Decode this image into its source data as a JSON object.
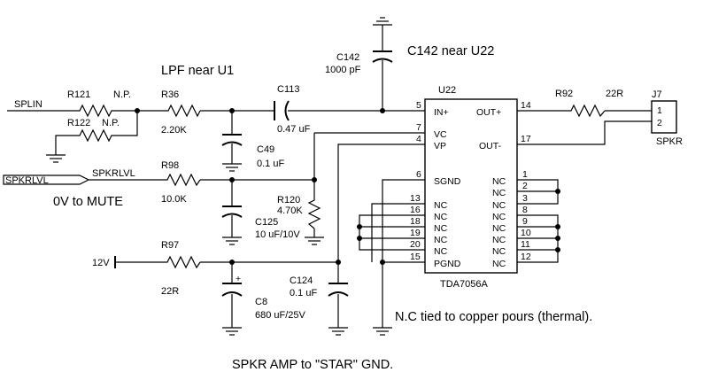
{
  "nets": {
    "splin": "SPLIN",
    "spkrlvl_port": "SPKRLVL",
    "spkrlvl_net": "SPKRLVL",
    "v12": "12V"
  },
  "notes": {
    "lpf": "LPF near U1",
    "c142_near": "C142 near U22",
    "mute": "0V to MUTE",
    "nc_tied": "N.C tied to copper pours (thermal).",
    "star_gnd": "SPKR AMP to \"STAR\" GND."
  },
  "parts": {
    "r121": {
      "ref": "R121",
      "val": "N.P."
    },
    "r122": {
      "ref": "R122",
      "val": "N.P."
    },
    "r36": {
      "ref": "R36",
      "val": "2.20K"
    },
    "c113": {
      "ref": "C113",
      "val": "0.47 uF"
    },
    "c142": {
      "ref": "C142",
      "val": "1000 pF"
    },
    "c49": {
      "ref": "C49",
      "val": "0.1 uF"
    },
    "r98": {
      "ref": "R98",
      "val": "10.0K"
    },
    "r120": {
      "ref": "R120",
      "val": "4.70K"
    },
    "c125": {
      "ref": "C125",
      "val": "10 uF/10V"
    },
    "r97": {
      "ref": "R97",
      "val": "22R"
    },
    "c124": {
      "ref": "C124",
      "val": "0.1 uF"
    },
    "c8": {
      "ref": "C8",
      "val": "680 uF/25V",
      "polarity": "+"
    },
    "r92": {
      "ref": "R92",
      "val": "22R"
    },
    "j7": {
      "ref": "J7",
      "name": "SPKR",
      "pin1": "1",
      "pin2": "2"
    }
  },
  "u22": {
    "ref": "U22",
    "part": "TDA7056A",
    "left_pins": [
      {
        "num": "5",
        "name": "IN+"
      },
      {
        "num": "7",
        "name": "VC"
      },
      {
        "num": "4",
        "name": "VP"
      },
      {
        "num": "6",
        "name": "SGND"
      },
      {
        "num": "13",
        "name": "NC"
      },
      {
        "num": "16",
        "name": "NC"
      },
      {
        "num": "18",
        "name": "NC"
      },
      {
        "num": "19",
        "name": "NC"
      },
      {
        "num": "20",
        "name": "NC"
      },
      {
        "num": "15",
        "name": "PGND"
      }
    ],
    "right_pins": [
      {
        "num": "14",
        "name": "OUT+"
      },
      {
        "num": "17",
        "name": "OUT-"
      },
      {
        "num": "1",
        "name": "NC"
      },
      {
        "num": "2",
        "name": "NC"
      },
      {
        "num": "3",
        "name": "NC"
      },
      {
        "num": "8",
        "name": "NC"
      },
      {
        "num": "9",
        "name": "NC"
      },
      {
        "num": "10",
        "name": "NC"
      },
      {
        "num": "11",
        "name": "NC"
      },
      {
        "num": "12",
        "name": "NC"
      }
    ]
  }
}
